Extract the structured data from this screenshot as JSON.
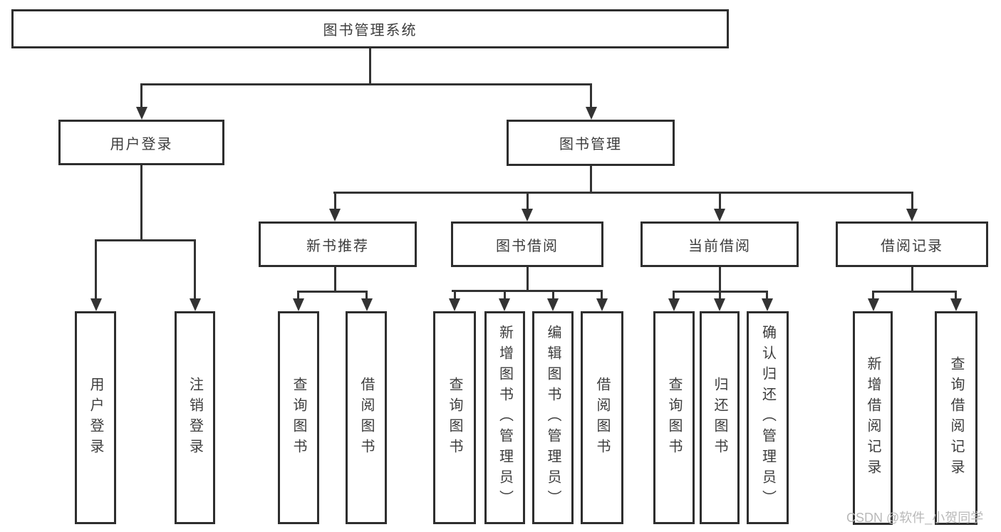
{
  "diagram": {
    "title": "图书管理系统",
    "nodes": {
      "root": {
        "label": "图书管理系统"
      },
      "user_login": {
        "label": "用户登录"
      },
      "book_mgmt": {
        "label": "图书管理"
      },
      "user_login_leaf": {
        "label": "用户登录"
      },
      "logout_leaf": {
        "label": "注销登录"
      },
      "new_book_rec": {
        "label": "新书推荐"
      },
      "book_borrow": {
        "label": "图书借阅"
      },
      "current_borrow": {
        "label": "当前借阅"
      },
      "borrow_record": {
        "label": "借阅记录"
      },
      "rec_query_books": {
        "label": "查询图书"
      },
      "rec_borrow_books": {
        "label": "借阅图书"
      },
      "bb_query_books": {
        "label": "查询图书"
      },
      "bb_add_books": {
        "label": "新增图书（管理员）"
      },
      "bb_edit_books": {
        "label": "编辑图书（管理员）"
      },
      "bb_borrow_books": {
        "label": "借阅图书"
      },
      "cb_query_books": {
        "label": "查询图书"
      },
      "cb_return_books": {
        "label": "归还图书"
      },
      "cb_confirm_return": {
        "label": "确认归还（管理员）"
      },
      "br_add_record": {
        "label": "新增借阅记录"
      },
      "br_query_record": {
        "label": "查询借阅记录"
      }
    }
  },
  "watermark": {
    "text": "CSDN @软件_小贺同学"
  },
  "colors": {
    "line": "#333333",
    "border": "#2e2e2e",
    "text": "#3d3d3d",
    "watermark": "#b9b9b9",
    "background": "#ffffff"
  }
}
